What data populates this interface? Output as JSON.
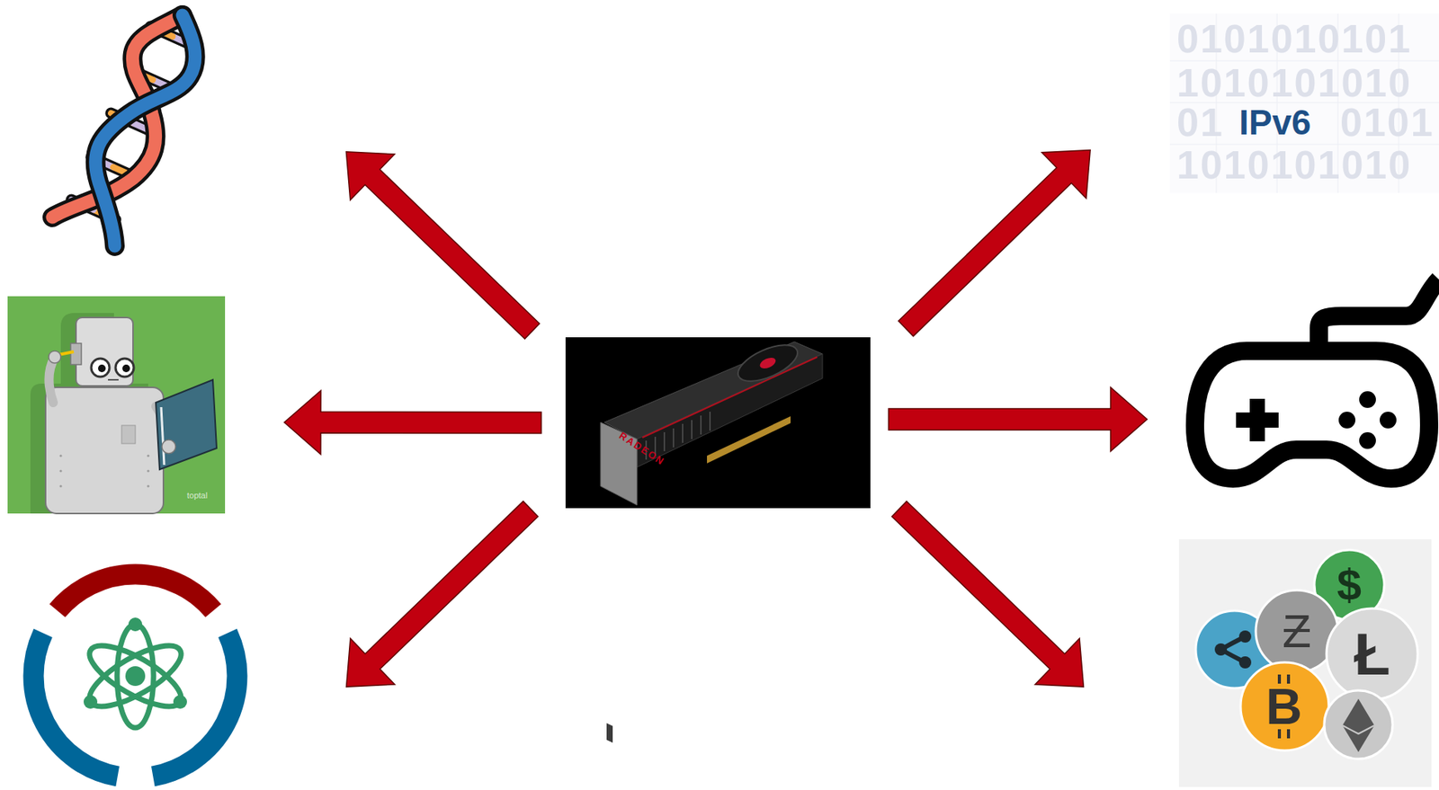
{
  "diagram": {
    "nodes": [
      {
        "text": [
          "0101010101",
          "1010101010",
          "01",
          "IPv6",
          "0101",
          "1010101010"
        ]
      },
      {
        "text": [
          "toptal"
        ]
      },
      {
        "text": [
          "RADEON"
        ]
      }
    ],
    "edges": [
      {
        "from": 2,
        "to": 1,
        "arrow": "to"
      },
      {
        "from": 2,
        "to": 0,
        "arrow": "to"
      }
    ],
    "labels": [
      "$",
      "Ƶ",
      "Ł",
      "B"
    ]
  }
}
